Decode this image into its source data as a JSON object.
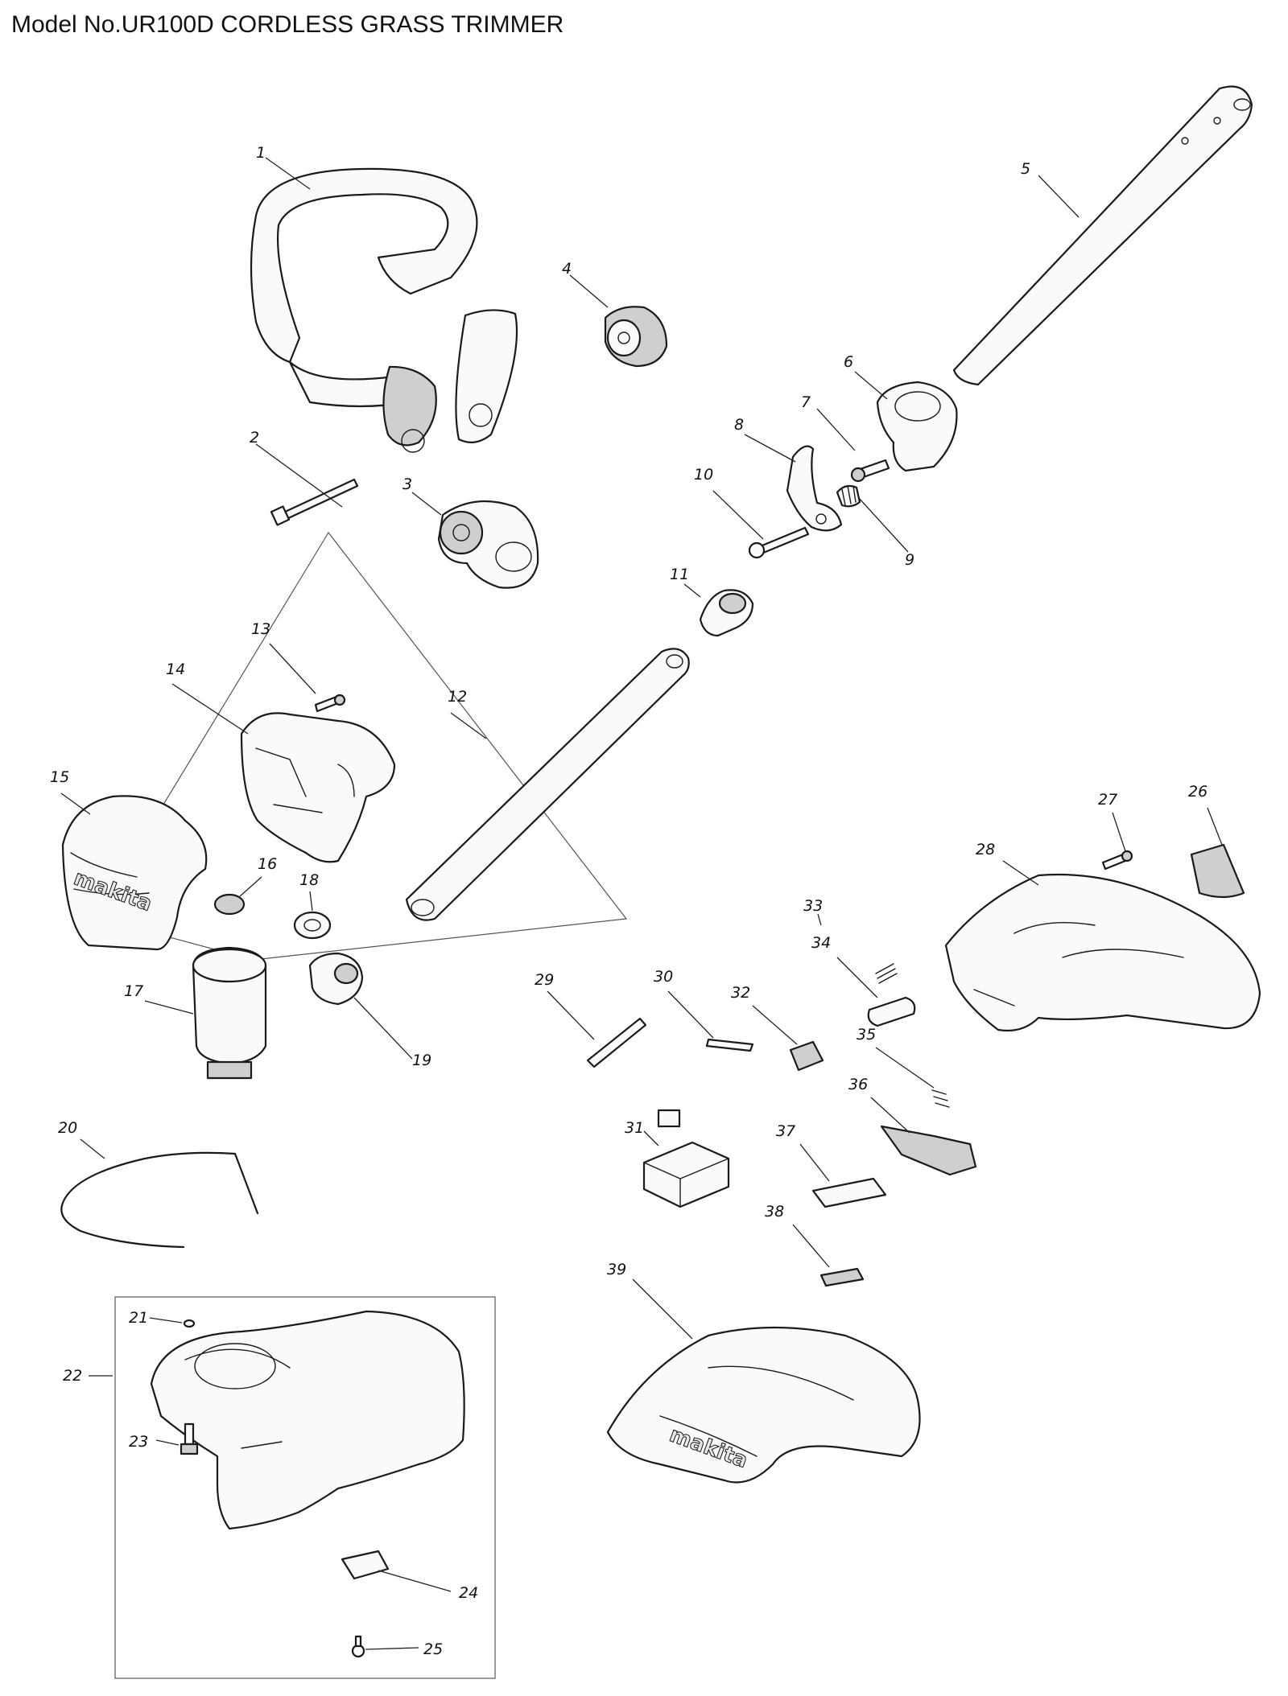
{
  "title": "Model No.UR100D CORDLESS GRASS TRIMMER",
  "brand_marks": [
    "makita",
    "makita"
  ],
  "part_numbers": [
    "1",
    "2",
    "3",
    "4",
    "5",
    "6",
    "7",
    "8",
    "9",
    "10",
    "11",
    "12",
    "13",
    "14",
    "15",
    "16",
    "17",
    "18",
    "19",
    "20",
    "21",
    "22",
    "23",
    "24",
    "25",
    "26",
    "27",
    "28",
    "29",
    "30",
    "31",
    "32",
    "33",
    "34",
    "35",
    "36",
    "37",
    "38",
    "39"
  ]
}
